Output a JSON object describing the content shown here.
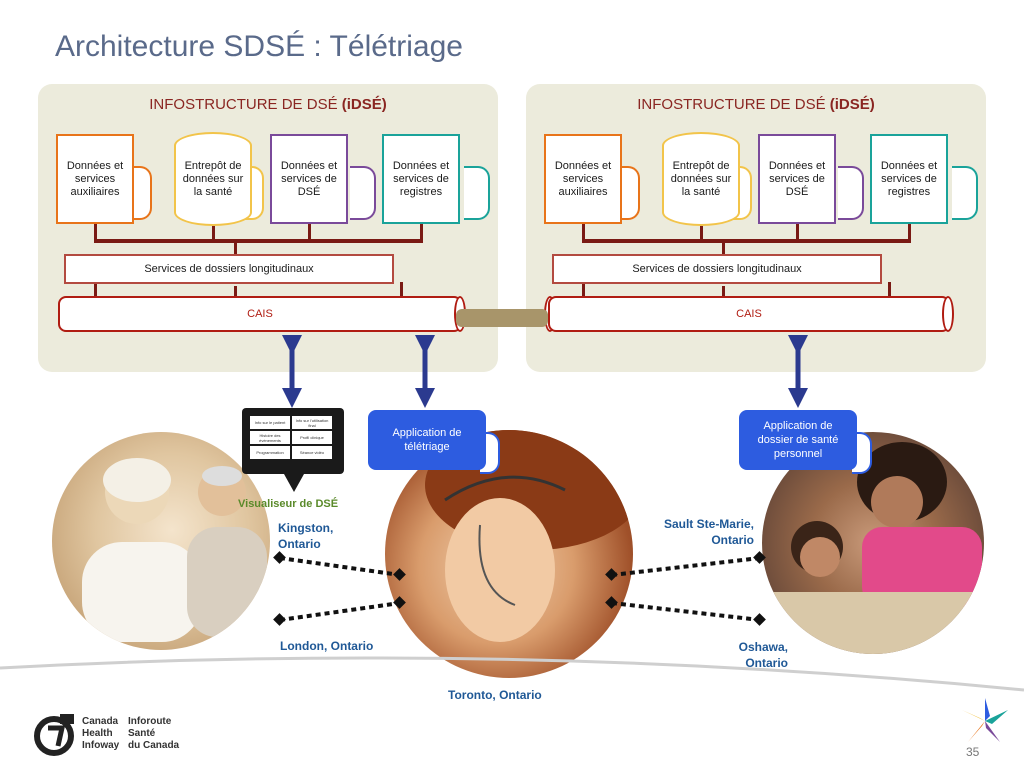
{
  "slide": {
    "title": "Architecture SDSÉ : Télétriage",
    "page_number": "35"
  },
  "panels": [
    {
      "title_main": "INFOSTRUCTURE DE DSÉ ",
      "title_bold": "(iDSÉ)",
      "boxes": [
        "Données et services auxiliaires",
        "Entrepôt de données sur la santé",
        "Données et services de DSÉ",
        "Données et services de registres"
      ],
      "services_label": "Services de dossiers longitudinaux",
      "cais_label": "CAIS"
    },
    {
      "title_main": "INFOSTRUCTURE DE DSÉ ",
      "title_bold": "(iDSÉ)",
      "boxes": [
        "Données et services auxiliaires",
        "Entrepôt de données sur la santé",
        "Données et services de DSÉ",
        "Données et services de registres"
      ],
      "services_label": "Services de dossiers longitudinaux",
      "cais_label": "CAIS"
    }
  ],
  "box_colors": [
    "#e8741a",
    "#f2c44a",
    "#7a4a9a",
    "#1aa39a"
  ],
  "viewer": {
    "label": "Visualiseur de DSÉ",
    "cells": [
      "Info sur le patient",
      "Info sur l'utilisation final",
      "Histoire des événements",
      "Profil clinique",
      "Programmation",
      "Séance vidéo"
    ]
  },
  "apps": {
    "teletriage": "Application de télétriage",
    "personal_record": "Application de dossier de santé personnel"
  },
  "cities": {
    "kingston": "Kingston, Ontario",
    "london": "London, Ontario",
    "toronto": "Toronto, Ontario",
    "sault": "Sault Ste-Marie, Ontario",
    "oshawa": "Oshawa, Ontario"
  },
  "logo": {
    "line1_en": "Canada",
    "line2_en": "Health",
    "line3_en": "Infoway",
    "line1_fr": "Inforoute",
    "line2_fr": "Santé",
    "line3_fr": "du Canada"
  },
  "colors": {
    "title": "#5a6a8a",
    "panel_bg": "#ecebdc",
    "accent_red": "#8a2622",
    "arrow": "#2b3a8f",
    "app_blue": "#2d5ce0",
    "city_blue": "#1f5896",
    "viewer_label_green": "#5a8a2a"
  },
  "icons": [
    "canada-health-infoway-logo-icon",
    "star-logo-icon",
    "double-arrow-icon",
    "connection-dots-icon"
  ]
}
